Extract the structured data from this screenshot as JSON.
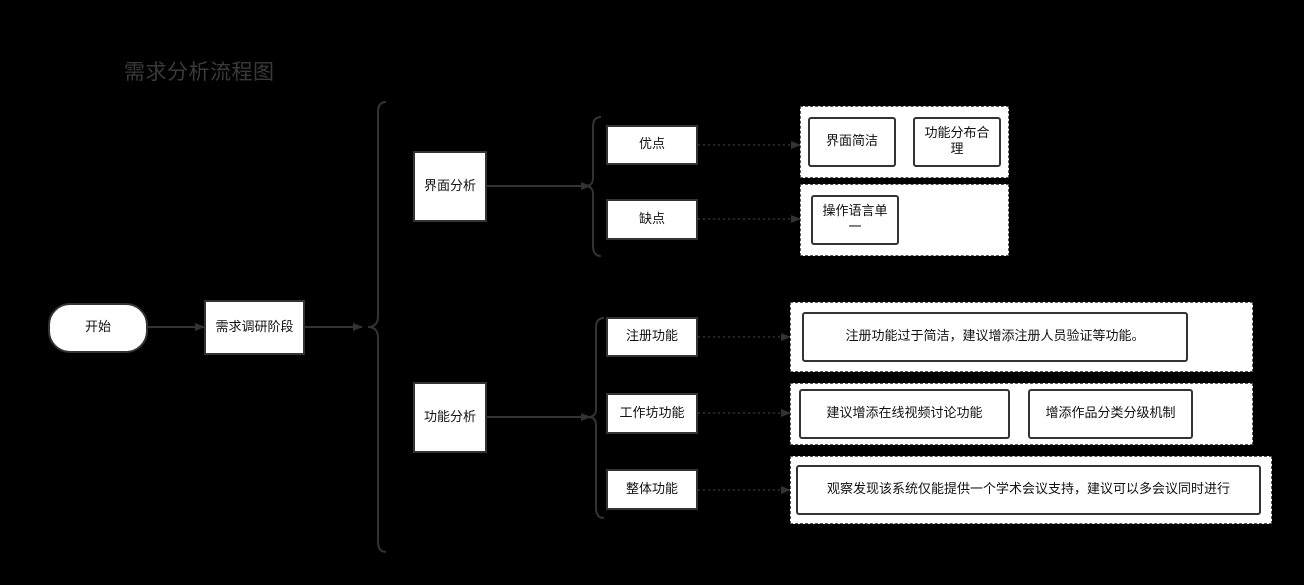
{
  "title": "需求分析流程图",
  "nodes": {
    "start": "开始",
    "research": "需求调研阶段",
    "ui_analysis": "界面分析",
    "func_analysis": "功能分析",
    "pros": "优点",
    "cons": "缺点",
    "register": "注册功能",
    "workshop": "工作坊功能",
    "overall": "整体功能"
  },
  "details": {
    "pros": [
      "界面简洁",
      "功能分布合理"
    ],
    "cons": [
      "操作语言单一"
    ],
    "register": [
      "注册功能过于简洁，建议增添注册人员验证等功能。"
    ],
    "workshop": [
      "建议增添在线视频讨论功能",
      "增添作品分类分级机制"
    ],
    "overall": [
      "观察发现该系统仅能提供一个学术会议支持，建议可以多会议同时进行"
    ]
  },
  "colors": {
    "background": "#000000",
    "line": "#333333",
    "box": "#ffffff",
    "text": "#111111"
  }
}
